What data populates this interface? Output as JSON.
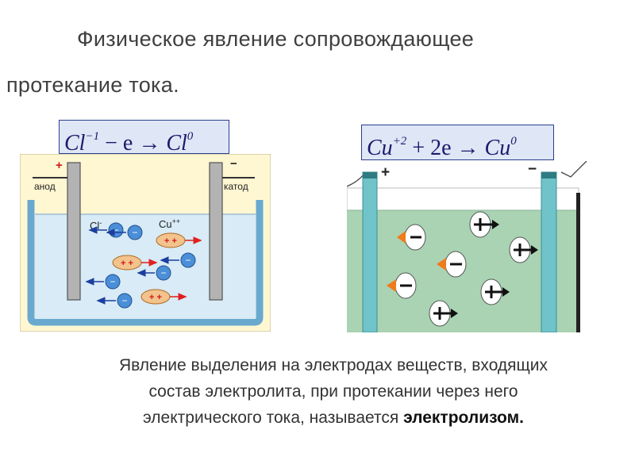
{
  "slide": {
    "title_line1": "Физическое явление сопровождающее",
    "title_line2": "протекание тока.",
    "formula_left": {
      "a": "Cl",
      "a_sup": "−1",
      "mid": " − e → ",
      "b": "Cl",
      "b_sup": "0"
    },
    "formula_right": {
      "a": "Cu",
      "a_sup": "+2",
      "mid": " + 2e → ",
      "b": "Cu",
      "b_sup": "0"
    },
    "left_figure": {
      "anode_sign": "+",
      "anode_label": "анод",
      "cathode_sign": "−",
      "cathode_label": "катод",
      "ion_cl_label": "Cl",
      "ion_cl_sup": "-",
      "ion_cu_label": "Cu",
      "ion_cu_sup": "++",
      "ion_minus": "−",
      "ion_plus": "+ +"
    },
    "right_figure": {
      "anode_sign": "+",
      "cathode_sign": "−"
    },
    "caption_line1": "Явление выделения на электродах веществ, входящих",
    "caption_line2": "состав электролита, при протекании через него",
    "caption_line3": "электрического тока, называется ",
    "caption_bold": "электролизом."
  },
  "colors": {
    "formula_bg": "#dfe6f5",
    "left_frame_bg": "#fff7d1",
    "left_electrolyte": "#d8ebf6",
    "right_electrolyte": "#a9d3b3",
    "electrode_right": "#6fc3c9",
    "anion_fill": "#4a8fd8",
    "cation_fill": "#f2c38c"
  }
}
